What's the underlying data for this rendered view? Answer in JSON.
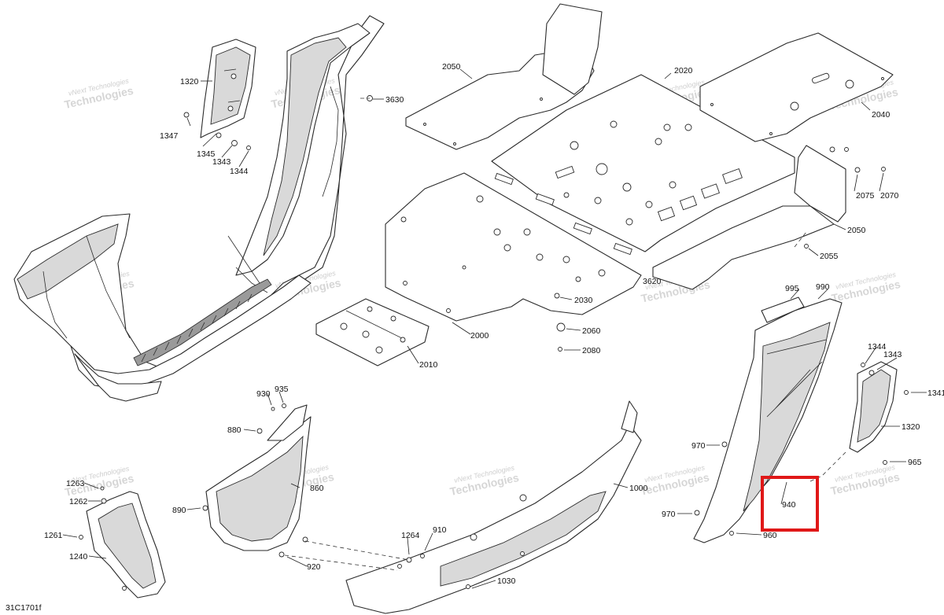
{
  "drawing_code": "31C1701f",
  "watermark": {
    "line1": "vNext Technologies",
    "line2": "Technologies"
  },
  "highlight_color": "#e01818",
  "highlighted_part": "940",
  "callouts": {
    "c1320a": "1320",
    "c1347": "1347",
    "c1345": "1345",
    "c1343a": "1343",
    "c1344a": "1344",
    "c3630": "3630",
    "c2050a": "2050",
    "c2020": "2020",
    "c2040": "2040",
    "c2075": "2075",
    "c2070": "2070",
    "c2050b": "2050",
    "c2055": "2055",
    "c3620": "3620",
    "c2030": "2030",
    "c2060": "2060",
    "c2080": "2080",
    "c2000": "2000",
    "c2010": "2010",
    "c995": "995",
    "c990": "990",
    "c1344b": "1344",
    "c1343b": "1343",
    "c1341": "1341",
    "c1320b": "1320",
    "c965": "965",
    "c970a": "970",
    "c970b": "970",
    "c940": "940",
    "c960": "960",
    "c930": "930",
    "c935": "935",
    "c880": "880",
    "c860": "860",
    "c890": "890",
    "c920": "920",
    "c1000": "1000",
    "c1264": "1264",
    "c910": "910",
    "c1030": "1030",
    "c1263": "1263",
    "c1262": "1262",
    "c1261": "1261",
    "c1240": "1240"
  }
}
